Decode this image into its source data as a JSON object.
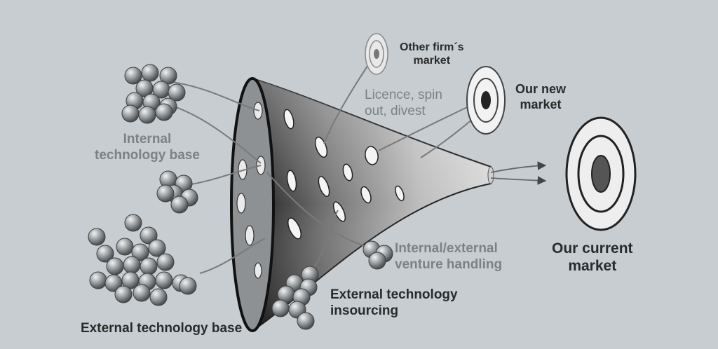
{
  "labels": {
    "internal_base": [
      "Internal",
      "technology base"
    ],
    "external_base": "External technology base",
    "external_insourcing": [
      "External technology",
      "insourcing"
    ],
    "venture_handling": [
      "Internal/external",
      "venture handling"
    ],
    "licence": [
      "Licence, spin",
      "out, divest"
    ],
    "other_market": [
      "Other firm´s",
      "market"
    ],
    "new_market": [
      "Our new",
      "market"
    ],
    "current_market": [
      "Our current",
      "market"
    ]
  },
  "colors": {
    "background": "#c7cdd1",
    "sphere": "#8e9396",
    "funnel_dark": "#3a3a3a",
    "grey_text": "#7c8184",
    "dark_text": "#2a2a2a"
  },
  "icons": {
    "sphere": "technology-sphere-icon",
    "target": "market-target-icon"
  }
}
